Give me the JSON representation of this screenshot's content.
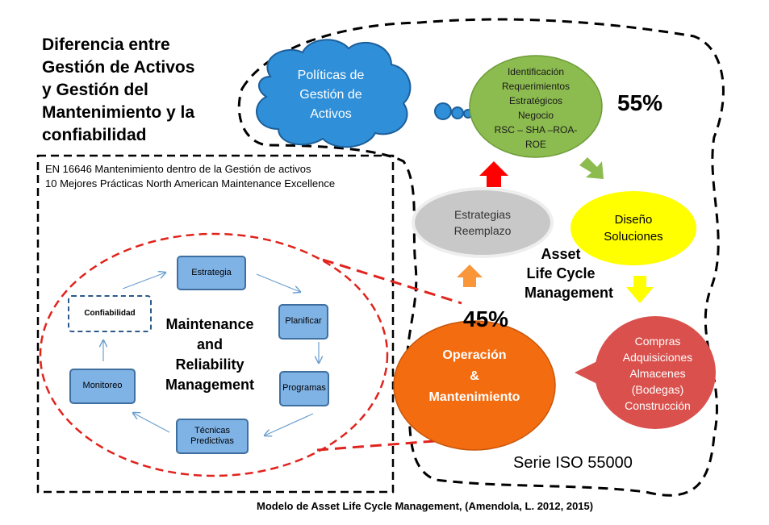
{
  "title_lines": [
    "Diferencia entre",
    "Gestión de Activos",
    "y Gestión del",
    "Mantenimiento y la",
    "confiabilidad"
  ],
  "standards": [
    "EN 16646 Mantenimiento dentro de la Gestión de activos",
    "10 Mejores Prácticas North American Maintenance Excellence"
  ],
  "cloud": [
    "Políticas de",
    "Gestión de",
    "Activos"
  ],
  "green": [
    "Identificación",
    "Requerimientos",
    "Estratégicos",
    "Negocio",
    "RSC – SHA –ROA-",
    "ROE"
  ],
  "pct_55": "55%",
  "pct_45": "45%",
  "gray": [
    "Estrategias",
    "Reemplazo"
  ],
  "yellow": [
    "Diseño",
    "Soluciones"
  ],
  "alcm": [
    "Asset",
    "Life Cycle",
    "Management"
  ],
  "orange": [
    "Operación",
    "&",
    "Mantenimiento"
  ],
  "red": [
    "Compras",
    "Adquisiciones",
    "Almacenes",
    "(Bodegas)",
    "Construcción"
  ],
  "iso": "Serie ISO 55000",
  "mrm": [
    "Maintenance",
    "and",
    "Reliability",
    "Management"
  ],
  "cycle": {
    "estrategia": "Estrategia",
    "planificar": "Planificar",
    "programas": "Programas",
    "tecnicas": "Técnicas Predictivas",
    "monitoreo": "Monitoreo",
    "confiabilidad": "Confiabilidad"
  },
  "caption": "Modelo de Asset Life Cycle Management, (Amendola, L. 2012, 2015)",
  "colors": {
    "cloud": "#2f8fd8",
    "green": "#8cbb4f",
    "gray": "#c8c8c8",
    "yellow": "#ffff00",
    "orange": "#f36c10",
    "red": "#d9504c",
    "box": "#7fb2e5"
  }
}
